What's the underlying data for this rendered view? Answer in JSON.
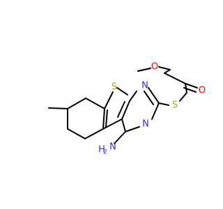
{
  "colors": {
    "bond": "#000000",
    "sulfur": "#b5a800",
    "nitrogen": "#2f2fd8",
    "oxygen": "#ff0000",
    "background": "#ffffff"
  },
  "atoms": {
    "sulfur_ring": "S",
    "sulfur_thioether": "S",
    "nitrogen_top": "N",
    "nitrogen_bottom": "N",
    "oxygen_ester": "O",
    "oxygen_carbonyl": "O",
    "amine_n": "N",
    "amine_h": "H",
    "amine_h2": "H",
    "amine_sub": "2"
  }
}
